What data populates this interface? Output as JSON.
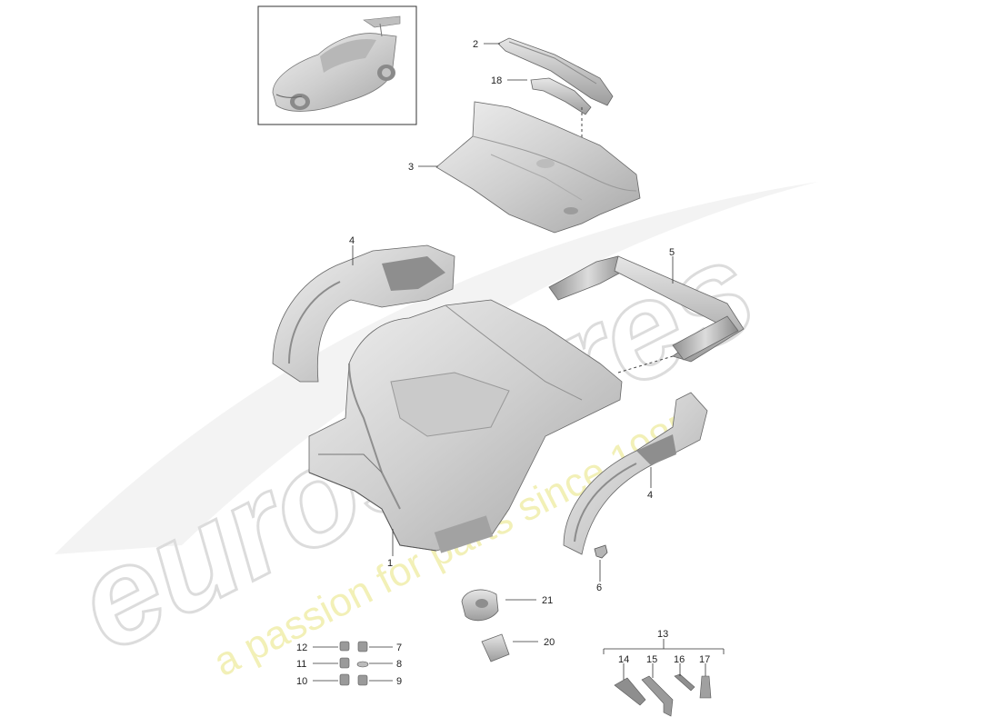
{
  "watermark": {
    "brand": "eurospares",
    "tagline": "a passion for parts since 1985",
    "brand_color": "#d9d9d9",
    "tagline_color": "#f2f0a6"
  },
  "callouts": {
    "c1": "1",
    "c2": "2",
    "c3": "3",
    "c4a": "4",
    "c4b": "4",
    "c5": "5",
    "c6": "6",
    "c7": "7",
    "c8": "8",
    "c9": "9",
    "c10": "10",
    "c11": "11",
    "c12": "12",
    "c13": "13",
    "c14": "14",
    "c15": "15",
    "c16": "16",
    "c17": "17",
    "c18": "18",
    "c20": "20",
    "c21": "21"
  },
  "colors": {
    "part_fill": "#d6d6d6",
    "part_dark": "#9a9a9a",
    "part_light": "#ececec",
    "line": "#333333"
  },
  "icons": {
    "thumbnail": "car-thumbnail-icon"
  }
}
